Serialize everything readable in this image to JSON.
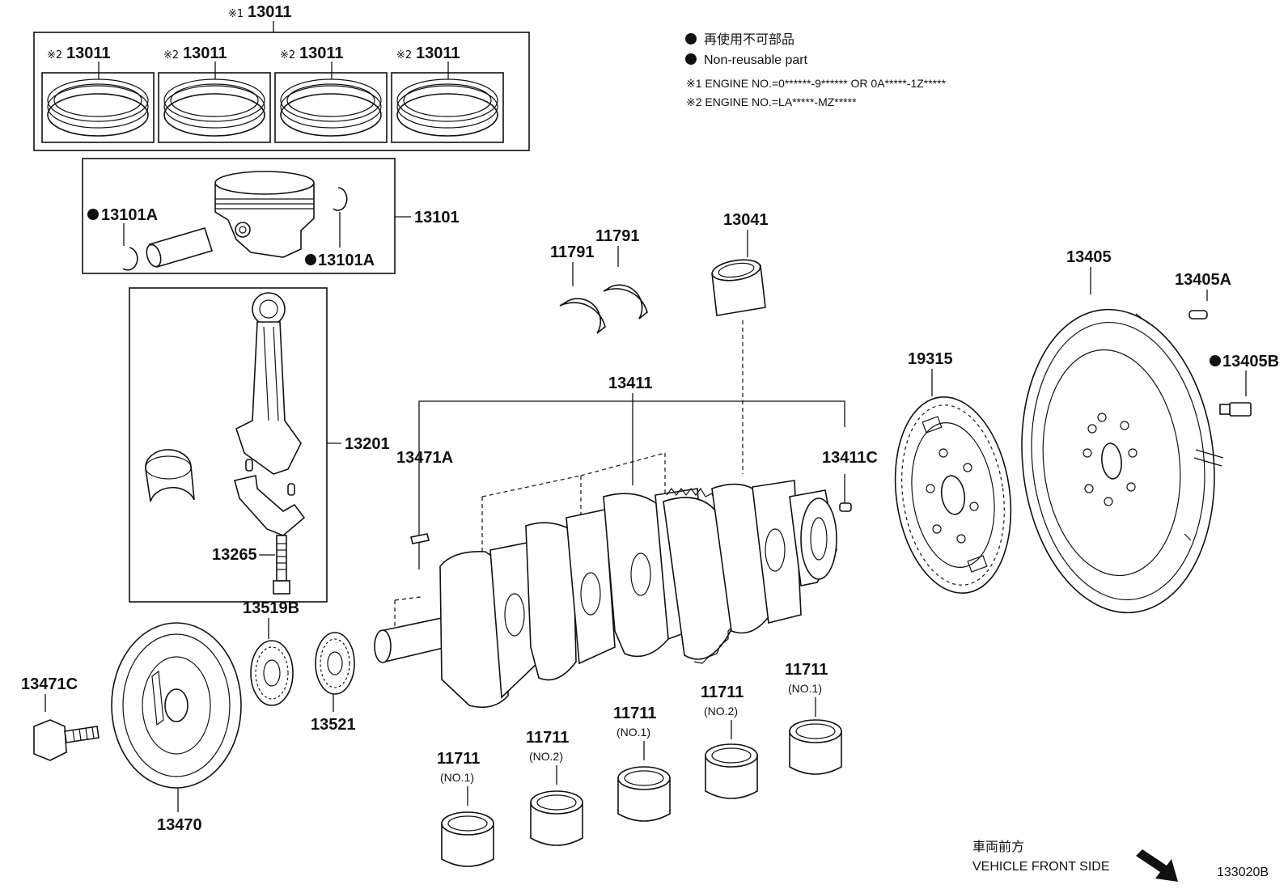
{
  "legend": {
    "nonreusable_jp": "再使用不可部品",
    "nonreusable_en": "Non-reusable part",
    "note1": "※1 ENGINE NO.=0******-9****** OR 0A*****-1Z*****",
    "note2": "※2 ENGINE NO.=LA*****-MZ*****"
  },
  "marks": {
    "ref1": "※1",
    "ref2": "※2"
  },
  "labels": {
    "ring_set_main": "13011",
    "ring_set_1": "13011",
    "ring_set_2": "13011",
    "ring_set_3": "13011",
    "ring_set_4": "13011",
    "piston_assy": "13101",
    "snap_ring_left": "13101A",
    "snap_ring_right": "13101A",
    "connecting_rod": "13201",
    "rod_bolt": "13265",
    "thrust_washer_a": "11791",
    "thrust_washer_b": "11791",
    "bushing": "13041",
    "crankshaft": "13411",
    "key_front": "13471A",
    "pin_rear": "13411C",
    "flywheel": "13405",
    "flywheel_pin": "13405A",
    "flywheel_bolt": "13405B",
    "timing_plate": "19315",
    "crank_pulley_bolt": "13471C",
    "crank_pulley": "13470",
    "gear_13519b": "13519B",
    "gear_13521": "13521",
    "bearing_1": "11711",
    "bearing_1_sub": "(NO.1)",
    "bearing_2": "11711",
    "bearing_2_sub": "(NO.2)",
    "bearing_3": "11711",
    "bearing_3_sub": "(NO.1)",
    "bearing_4": "11711",
    "bearing_4_sub": "(NO.2)",
    "bearing_5": "11711",
    "bearing_5_sub": "(NO.1)"
  },
  "footer": {
    "front_jp": "車両前方",
    "front_en": "VEHICLE FRONT SIDE",
    "diagram_code": "133020B"
  }
}
